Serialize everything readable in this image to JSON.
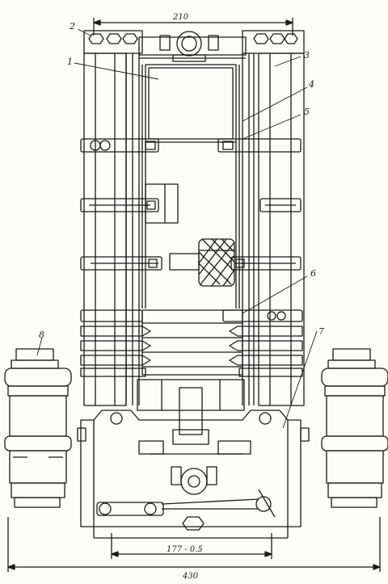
{
  "drawing": {
    "ink_color": "#1a1a1a",
    "paper_color": "#fdfdfb",
    "callouts": [
      {
        "id": "1",
        "text": "1"
      },
      {
        "id": "2",
        "text": "2"
      },
      {
        "id": "3",
        "text": "3"
      },
      {
        "id": "4",
        "text": "4"
      },
      {
        "id": "5",
        "text": "5"
      },
      {
        "id": "6",
        "text": "6"
      },
      {
        "id": "7",
        "text": "7"
      },
      {
        "id": "8",
        "text": "8"
      }
    ],
    "dimensions": {
      "top_width": "210",
      "bottom_inner": "177 - 0.5",
      "bottom_overall": "430"
    }
  }
}
